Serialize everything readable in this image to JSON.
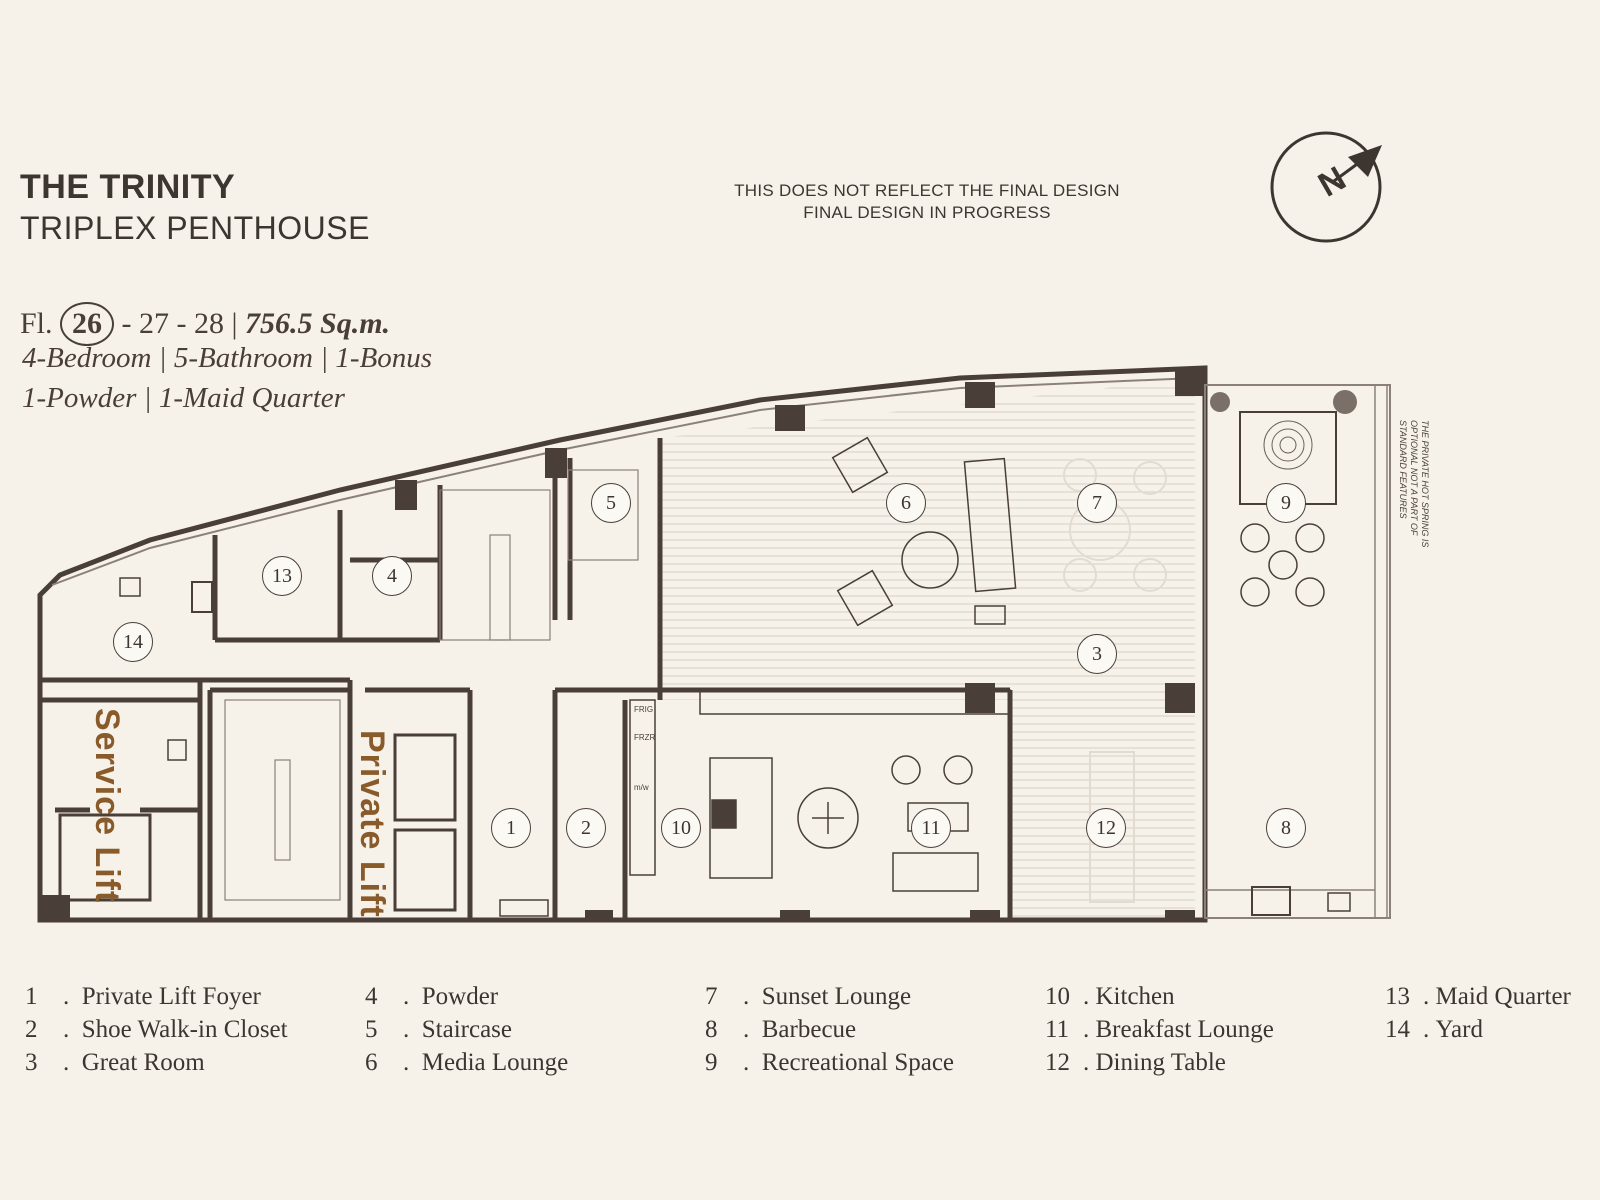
{
  "header": {
    "title": "THE TRINITY",
    "subtitle": "TRIPLEX PENTHOUSE",
    "floor_prefix": "Fl.",
    "floor_current": "26",
    "floor_rest": "-  27  -  28",
    "area": "756.5 Sq.m.",
    "spec_line1": "4-Bedroom | 5-Bathroom | 1-Bonus",
    "spec_line2": "1-Powder | 1-Maid Quarter"
  },
  "disclaimer": {
    "line1": "THIS DOES NOT REFLECT THE FINAL DESIGN",
    "line2": "FINAL DESIGN IN PROGRESS"
  },
  "compass": {
    "label": "N",
    "icon": "north-arrow-icon"
  },
  "hot_spring_note": "THE PRIVATE HOT SPRING IS OPTIONAL NOT A PART OF STANDARD FEATURES",
  "lifts": {
    "service": "Service Lift",
    "private": "Private Lift"
  },
  "rooms": [
    {
      "num": "1",
      "name": "Private Lift Foyer"
    },
    {
      "num": "2",
      "name": "Shoe Walk-in Closet"
    },
    {
      "num": "3",
      "name": "Great Room"
    },
    {
      "num": "4",
      "name": "Powder"
    },
    {
      "num": "5",
      "name": "Staircase"
    },
    {
      "num": "6",
      "name": "Media Lounge"
    },
    {
      "num": "7",
      "name": "Sunset Lounge"
    },
    {
      "num": "8",
      "name": "Barbecue"
    },
    {
      "num": "9",
      "name": "Recreational Space"
    },
    {
      "num": "10",
      "name": "Kitchen"
    },
    {
      "num": "11",
      "name": "Breakfast Lounge"
    },
    {
      "num": "12",
      "name": "Dining Table"
    },
    {
      "num": "13",
      "name": "Maid Quarter"
    },
    {
      "num": "14",
      "name": "Yard"
    }
  ],
  "appliance_labels": {
    "fridge": "FRIG",
    "freezer": "FRZR",
    "microwave": "m/w"
  },
  "colors": {
    "wall": "#4a3f38",
    "background": "#f6f2ea",
    "lift_label": "#8a5b2a",
    "floor_lines": "#cfc7bd"
  }
}
